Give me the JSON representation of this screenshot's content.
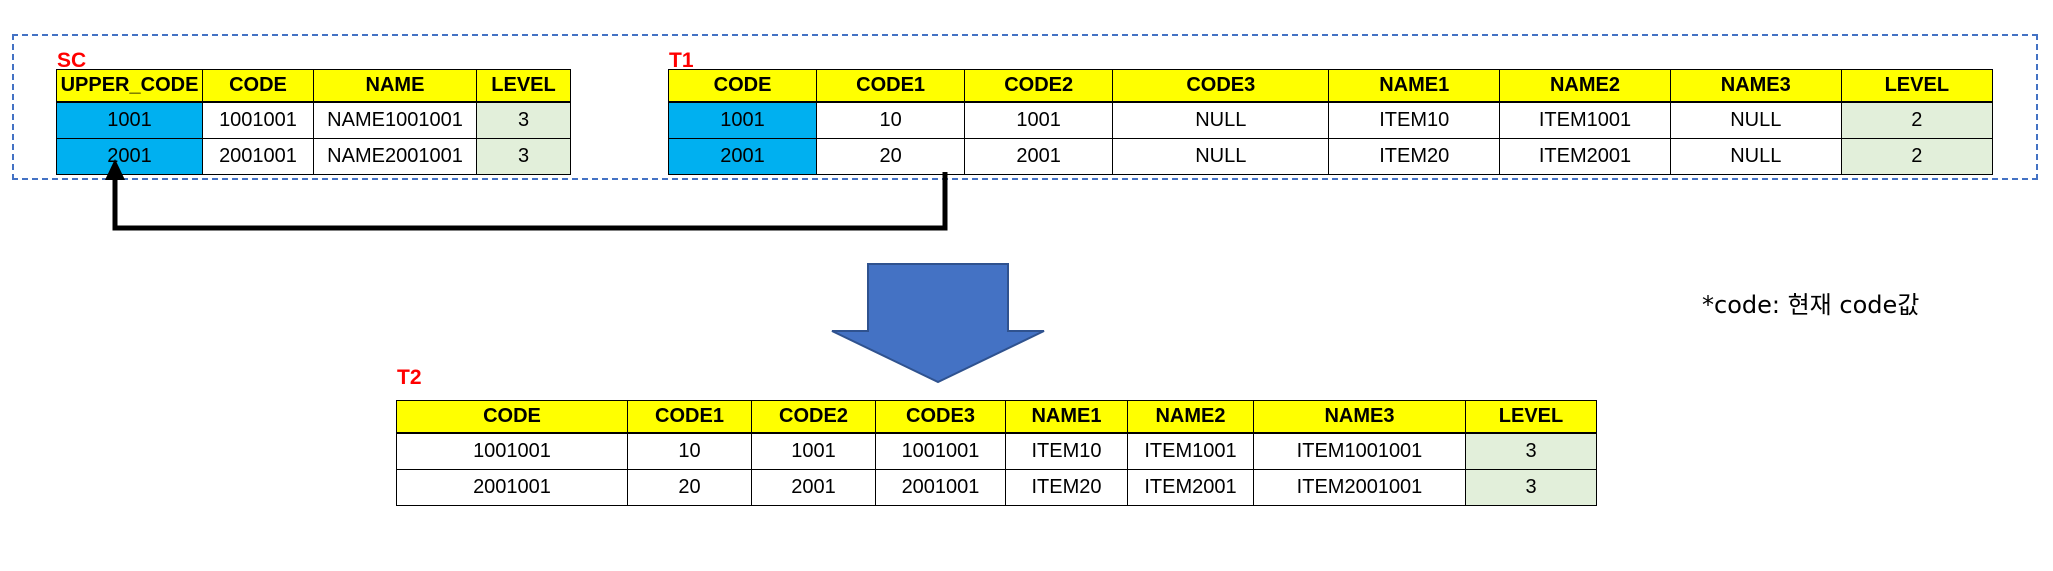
{
  "diagram": {
    "note": "*code: 현재 code값",
    "colors": {
      "header_fill": "#FFFF00",
      "key_fill": "#00B0F0",
      "level_fill": "#E2EFDA",
      "label_color": "#FF0000",
      "group_border": "#4472C4",
      "arrow_fill": "#4472C4",
      "connector": "#000000"
    }
  },
  "sc_table": {
    "label": "SC",
    "columns": [
      "UPPER_CODE",
      "CODE",
      "NAME",
      "LEVEL"
    ],
    "rows": [
      [
        "1001",
        "1001001",
        "NAME1001001",
        "3"
      ],
      [
        "2001",
        "2001001",
        "NAME2001001",
        "3"
      ]
    ]
  },
  "t1_table": {
    "label": "T1",
    "columns": [
      "CODE",
      "CODE1",
      "CODE2",
      "CODE3",
      "NAME1",
      "NAME2",
      "NAME3",
      "LEVEL"
    ],
    "rows": [
      [
        "1001",
        "10",
        "1001",
        "NULL",
        "ITEM10",
        "ITEM1001",
        "NULL",
        "2"
      ],
      [
        "2001",
        "20",
        "2001",
        "NULL",
        "ITEM20",
        "ITEM2001",
        "NULL",
        "2"
      ]
    ]
  },
  "t2_table": {
    "label": "T2",
    "columns": [
      "CODE",
      "CODE1",
      "CODE2",
      "CODE3",
      "NAME1",
      "NAME2",
      "NAME3",
      "LEVEL"
    ],
    "rows": [
      [
        "1001001",
        "10",
        "1001",
        "1001001",
        "ITEM10",
        "ITEM1001",
        "ITEM1001001",
        "3"
      ],
      [
        "2001001",
        "20",
        "2001",
        "2001001",
        "ITEM20",
        "ITEM2001",
        "ITEM2001001",
        "3"
      ]
    ]
  }
}
